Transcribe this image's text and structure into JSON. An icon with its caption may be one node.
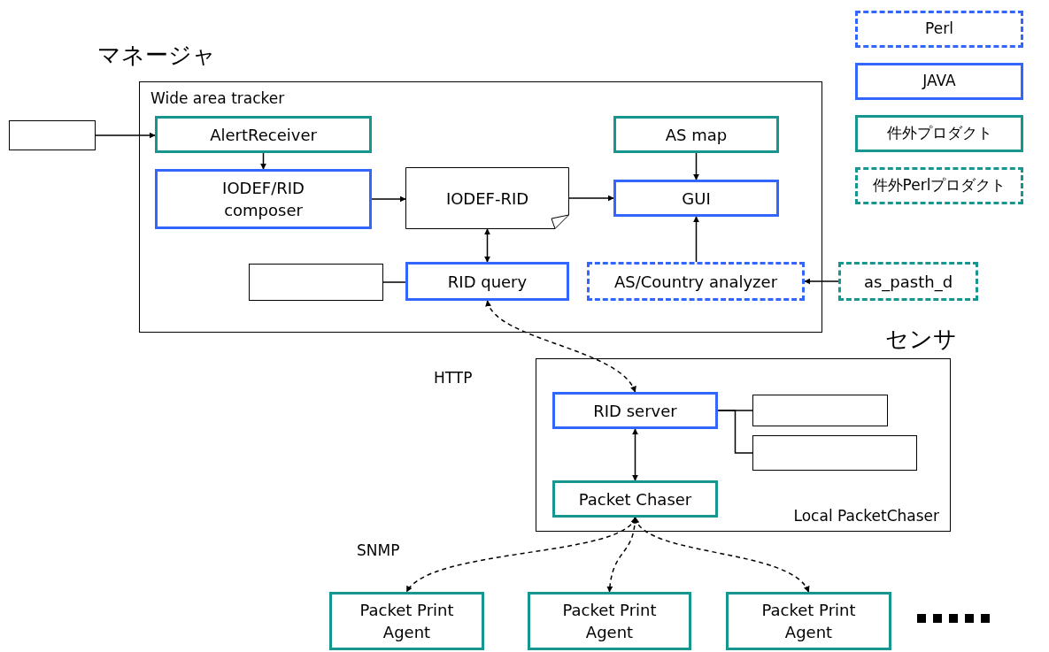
{
  "diagram": {
    "nodes": [
      {
        "text": [
          "マネージャ",
          "Wide area tracker"
        ]
      },
      {
        "text": [],
        "shape": "box"
      },
      {
        "text": [
          "AlertReceiver"
        ],
        "in": 0
      },
      {
        "text": [
          "IODEF/RID composer"
        ],
        "in": 0
      },
      {
        "text": [
          "IODEF-RID"
        ],
        "in": 0
      },
      {
        "text": [
          "AS map"
        ],
        "in": 0
      },
      {
        "text": [
          "GUI"
        ],
        "in": 0
      },
      {
        "text": [],
        "shape": "box",
        "in": 0
      },
      {
        "text": [
          "RID query"
        ],
        "in": 0
      },
      {
        "text": [
          "AS/Country analyzer"
        ],
        "in": 0
      },
      {
        "text": [
          "as_pasth_d"
        ]
      },
      {
        "text": [
          "センサ",
          "Local PacketChaser"
        ]
      },
      {
        "text": [
          "RID server"
        ],
        "in": 11
      },
      {
        "text": [],
        "shape": "box",
        "in": 11
      },
      {
        "text": [],
        "shape": "box",
        "in": 11
      },
      {
        "text": [
          "Packet Chaser"
        ],
        "in": 11
      },
      {
        "text": [
          "Packet Print Agent"
        ]
      },
      {
        "text": [
          "Packet Print Agent"
        ]
      },
      {
        "text": [
          "Packet Print Agent"
        ]
      }
    ],
    "edges": [
      {
        "from": 1,
        "to": 2,
        "arrow": "to"
      },
      {
        "from": 2,
        "to": 3,
        "arrow": "to"
      },
      {
        "from": 3,
        "to": 4,
        "arrow": "to"
      },
      {
        "from": 4,
        "to": 6,
        "arrow": "to"
      },
      {
        "from": 5,
        "to": 6,
        "arrow": "to"
      },
      {
        "from": 4,
        "to": 8,
        "arrow": "both"
      },
      {
        "from": 7,
        "to": 8,
        "arrow": "none"
      },
      {
        "from": 9,
        "to": 6,
        "arrow": "to"
      },
      {
        "from": 10,
        "to": 9,
        "arrow": "to"
      },
      {
        "from": 8,
        "to": 12,
        "arrow": "both",
        "style": "dashed"
      },
      {
        "from": 12,
        "to": 13,
        "arrow": "none"
      },
      {
        "from": 12,
        "to": 14,
        "arrow": "none"
      },
      {
        "from": 12,
        "to": 15,
        "arrow": "both"
      },
      {
        "from": 15,
        "to": 16,
        "arrow": "both",
        "style": "dashed"
      },
      {
        "from": 15,
        "to": 17,
        "arrow": "both",
        "style": "dashed"
      },
      {
        "from": 15,
        "to": 18,
        "arrow": "both",
        "style": "dashed"
      }
    ],
    "labels": [
      "HTTP",
      "SNMP"
    ],
    "legend": [
      {
        "text": "Perl"
      },
      {
        "text": "JAVA"
      },
      {
        "text": "件外プロダクト"
      },
      {
        "text": "件外Perlプロダクト"
      }
    ]
  }
}
